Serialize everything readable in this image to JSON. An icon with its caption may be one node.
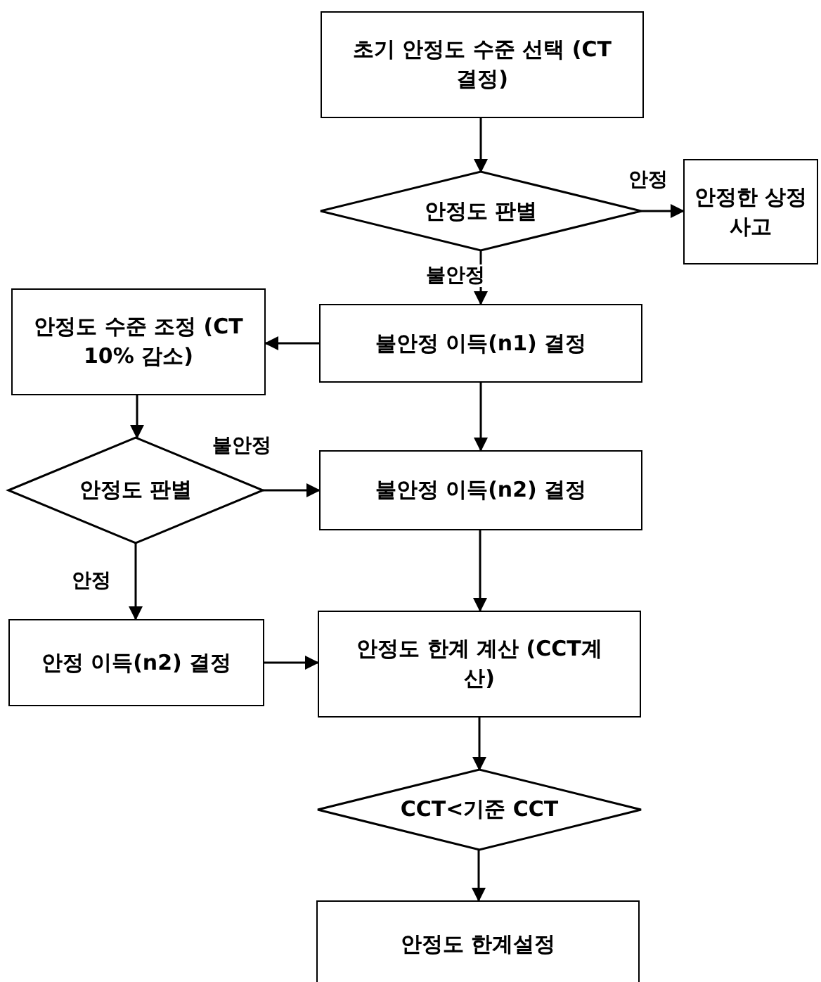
{
  "diagram": {
    "nodes": [
      {
        "text": [
          "초기 안정도 수준 선택 (CT 결정)"
        ]
      },
      {
        "text": [
          "안정도 판별"
        ]
      },
      {
        "text": [
          "안정한 상정사고"
        ]
      },
      {
        "text": [
          "불안정 이득(n1) 결정"
        ]
      },
      {
        "text": [
          "안정도 수준 조정 (CT 10% 감소)"
        ]
      },
      {
        "text": [
          "안정도 판별"
        ]
      },
      {
        "text": [
          "불안정 이득(n2) 결정"
        ]
      },
      {
        "text": [
          "안정 이득(n2) 결정"
        ]
      },
      {
        "text": [
          "안정도 한계 계산 (CCT계산)"
        ]
      },
      {
        "text": [
          "CCT<기준 CCT"
        ]
      },
      {
        "text": [
          "안정도 한계설정"
        ]
      }
    ],
    "edges": [
      {
        "from": 0,
        "to": 1,
        "arrow": "to"
      },
      {
        "from": 1,
        "to": 2,
        "arrow": "to",
        "label": "안정"
      },
      {
        "from": 1,
        "to": 3,
        "arrow": "to",
        "label": "불안정"
      },
      {
        "from": 3,
        "to": 4,
        "arrow": "to"
      },
      {
        "from": 3,
        "to": 6,
        "arrow": "to"
      },
      {
        "from": 4,
        "to": 5,
        "arrow": "to"
      },
      {
        "from": 5,
        "to": 6,
        "arrow": "to",
        "label": "불안정"
      },
      {
        "from": 5,
        "to": 7,
        "arrow": "to",
        "label": "안정"
      },
      {
        "from": 6,
        "to": 8,
        "arrow": "to"
      },
      {
        "from": 7,
        "to": 8,
        "arrow": "to"
      },
      {
        "from": 8,
        "to": 9,
        "arrow": "to"
      },
      {
        "from": 9,
        "to": 10,
        "arrow": "to"
      }
    ]
  }
}
